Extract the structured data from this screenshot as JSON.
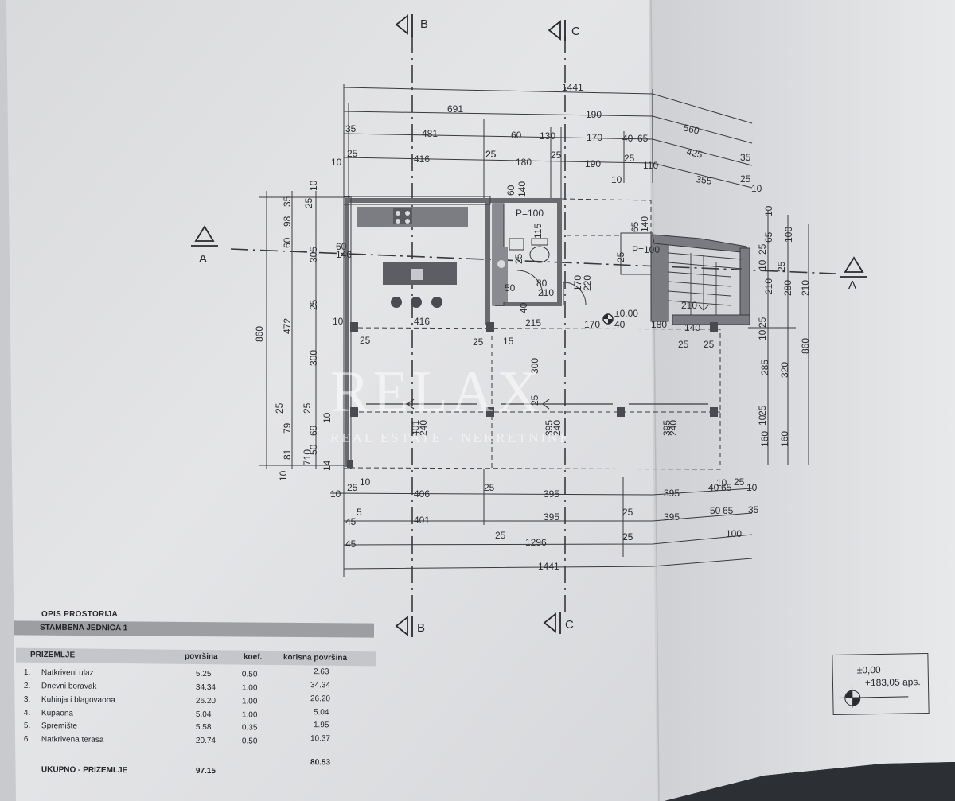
{
  "sections": {
    "top_b": "B",
    "top_c": "C",
    "bottom_b": "B",
    "bottom_c": "C",
    "left_a": "A",
    "right_a": "A"
  },
  "dims_top": [
    "1441",
    "691",
    "190",
    "560",
    "35",
    "481",
    "60",
    "130",
    "170",
    "40",
    "65",
    "425",
    "25",
    "25",
    "35",
    "10",
    "416",
    "25",
    "180",
    "25",
    "190",
    "25",
    "110",
    "10",
    "355",
    "25",
    "10"
  ],
  "dims_bottom": [
    "10",
    "25",
    "10",
    "406",
    "25",
    "395",
    "395",
    "40",
    "10",
    "65",
    "25",
    "10",
    "45",
    "5",
    "401",
    "25",
    "395",
    "25",
    "395",
    "50",
    "65",
    "35",
    "25",
    "45",
    "1296",
    "100",
    "25",
    "1441"
  ],
  "dims_left": [
    "860",
    "60",
    "98",
    "35",
    "25",
    "10",
    "305",
    "472",
    "25",
    "300",
    "25",
    "79",
    "81",
    "710",
    "25",
    "10",
    "69",
    "50",
    "10",
    "14",
    "60",
    "140"
  ],
  "dims_right": [
    "10",
    "65",
    "100",
    "25",
    "10",
    "25",
    "210",
    "280",
    "210",
    "25",
    "10",
    "285",
    "320",
    "860",
    "25",
    "10",
    "160",
    "160"
  ],
  "interior_dims": [
    "60",
    "140",
    "P=100",
    "115",
    "25",
    "170",
    "220",
    "80",
    "210",
    "50",
    "40",
    "10",
    "416",
    "215",
    "170",
    "40",
    "180",
    "140",
    "25",
    "25",
    "25",
    "15",
    "300",
    "25",
    "25",
    "401",
    "240",
    "395",
    "240",
    "395",
    "240",
    "65",
    "140",
    "P=100",
    "25",
    "210"
  ],
  "level_marker": "±0.00",
  "watermark": {
    "brand": "RELAX",
    "tagline": "REAL ESTATE - NEKRETNINE"
  },
  "room_table": {
    "title": "OPIS PROSTORIJA",
    "unit": "STAMBENA JEDNICA 1",
    "columns": {
      "floor": "PRIZEMLJE",
      "area": "površina",
      "coef": "koef.",
      "usable": "korisna površina"
    },
    "rows": [
      {
        "no": "1.",
        "name": "Natkriveni ulaz",
        "area": "5.25",
        "coef": "0.50",
        "usable": "2.63"
      },
      {
        "no": "2.",
        "name": "Dnevni boravak",
        "area": "34.34",
        "coef": "1.00",
        "usable": "34.34"
      },
      {
        "no": "3.",
        "name": "Kuhinja i blagovaona",
        "area": "26.20",
        "coef": "1.00",
        "usable": "26.20"
      },
      {
        "no": "4.",
        "name": "Kupaona",
        "area": "5.04",
        "coef": "1.00",
        "usable": "5.04"
      },
      {
        "no": "5.",
        "name": "Spremište",
        "area": "5.58",
        "coef": "0.35",
        "usable": "1.95"
      },
      {
        "no": "6.",
        "name": "Natkrivena terasa",
        "area": "20.74",
        "coef": "0.50",
        "usable": "10.37"
      }
    ],
    "total": {
      "label": "UKUPNO - PRIZEMLJE",
      "area": "97.15",
      "usable": "80.53"
    }
  },
  "level_box": {
    "line1": "±0,00",
    "line2": "+183,05 aps."
  }
}
